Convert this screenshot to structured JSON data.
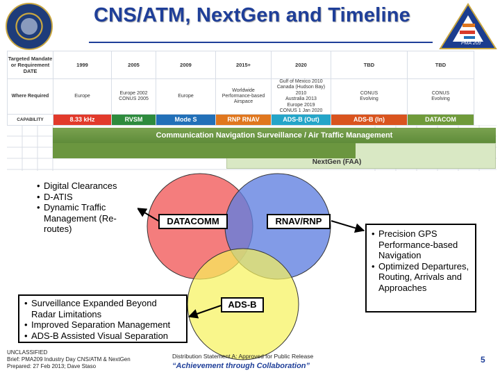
{
  "title": "CNS/ATM, NextGen and Timeline",
  "timeline": {
    "row_labels": [
      "Targeted Mandate or Requirement DATE",
      "Where Required",
      "CAPABILITY"
    ],
    "columns": [
      {
        "date": "1999",
        "where": "Europe",
        "capability": "8.33 kHz",
        "color": "#e23a2b"
      },
      {
        "date": "2005",
        "where": "Europe 2002\nCONUS 2005",
        "capability": "RVSM",
        "color": "#2e8b3d"
      },
      {
        "date": "2009",
        "where": "Europe",
        "capability": "Mode S",
        "color": "#2270b8"
      },
      {
        "date": "2015+",
        "where": "Worldwide\nPerformance-based\nAirspace",
        "capability": "RNP RNAV",
        "color": "#e0771e"
      },
      {
        "date": "2020",
        "where": "Gulf of Mexico 2010\nCanada (Hudson Bay) 2010\nAustralia 2013\nEurope 2019\nCONUS 1 Jan 2020",
        "capability": "ADS-B (Out)",
        "color": "#24a5c8"
      },
      {
        "date": "TBD",
        "where": "CONUS\nEvolving",
        "capability": "ADS-B (In)",
        "color": "#d9541e"
      },
      {
        "date": "TBD",
        "where": "CONUS\nEvolving",
        "capability": "DATACOM",
        "color": "#6f9a3a"
      }
    ]
  },
  "bars": {
    "cnsatm": "Communication Navigation Surveillance / Air Traffic Management",
    "nextgen": "NextGen (FAA)"
  },
  "venn": {
    "datacomm": "DATACOMM",
    "rnav": "RNAV/RNP",
    "adsb": "ADS-B",
    "colors": {
      "datacomm": "#f26b6b",
      "rnav": "#5f7fe0",
      "adsb": "#f7f25a"
    }
  },
  "datacomm_list": [
    "Digital Clearances",
    "D-ATIS",
    "Dynamic Traffic Management (Re-routes)"
  ],
  "rnav_list": [
    "Precision GPS Performance-based Navigation",
    "Optimized Departures, Routing, Arrivals and Approaches"
  ],
  "adsb_list": [
    "Surveillance Expanded Beyond Radar Limitations",
    "Improved Separation Management",
    "ADS-B Assisted Visual Separation"
  ],
  "pma_logo": {
    "label": "PMA 209"
  },
  "footer": {
    "classification": "UNCLASSIFIED",
    "brief": "Brief:  PMA209 Industry Day CNS/ATM & NextGen",
    "prepared": "Prepared: 27 Feb 2013; Dave Staso",
    "distribution": "Distribution Statement A: Approved for Public Release",
    "motto": "“Achievement through Collaboration”",
    "page": "5"
  }
}
